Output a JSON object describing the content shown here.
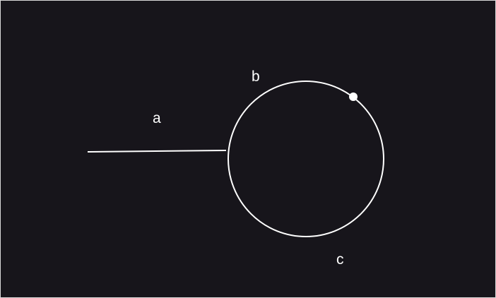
{
  "diagram": {
    "background_color": "#17151b",
    "stroke_color": "#ffffff",
    "labels": {
      "a": "a",
      "b": "b",
      "c": "c"
    }
  }
}
